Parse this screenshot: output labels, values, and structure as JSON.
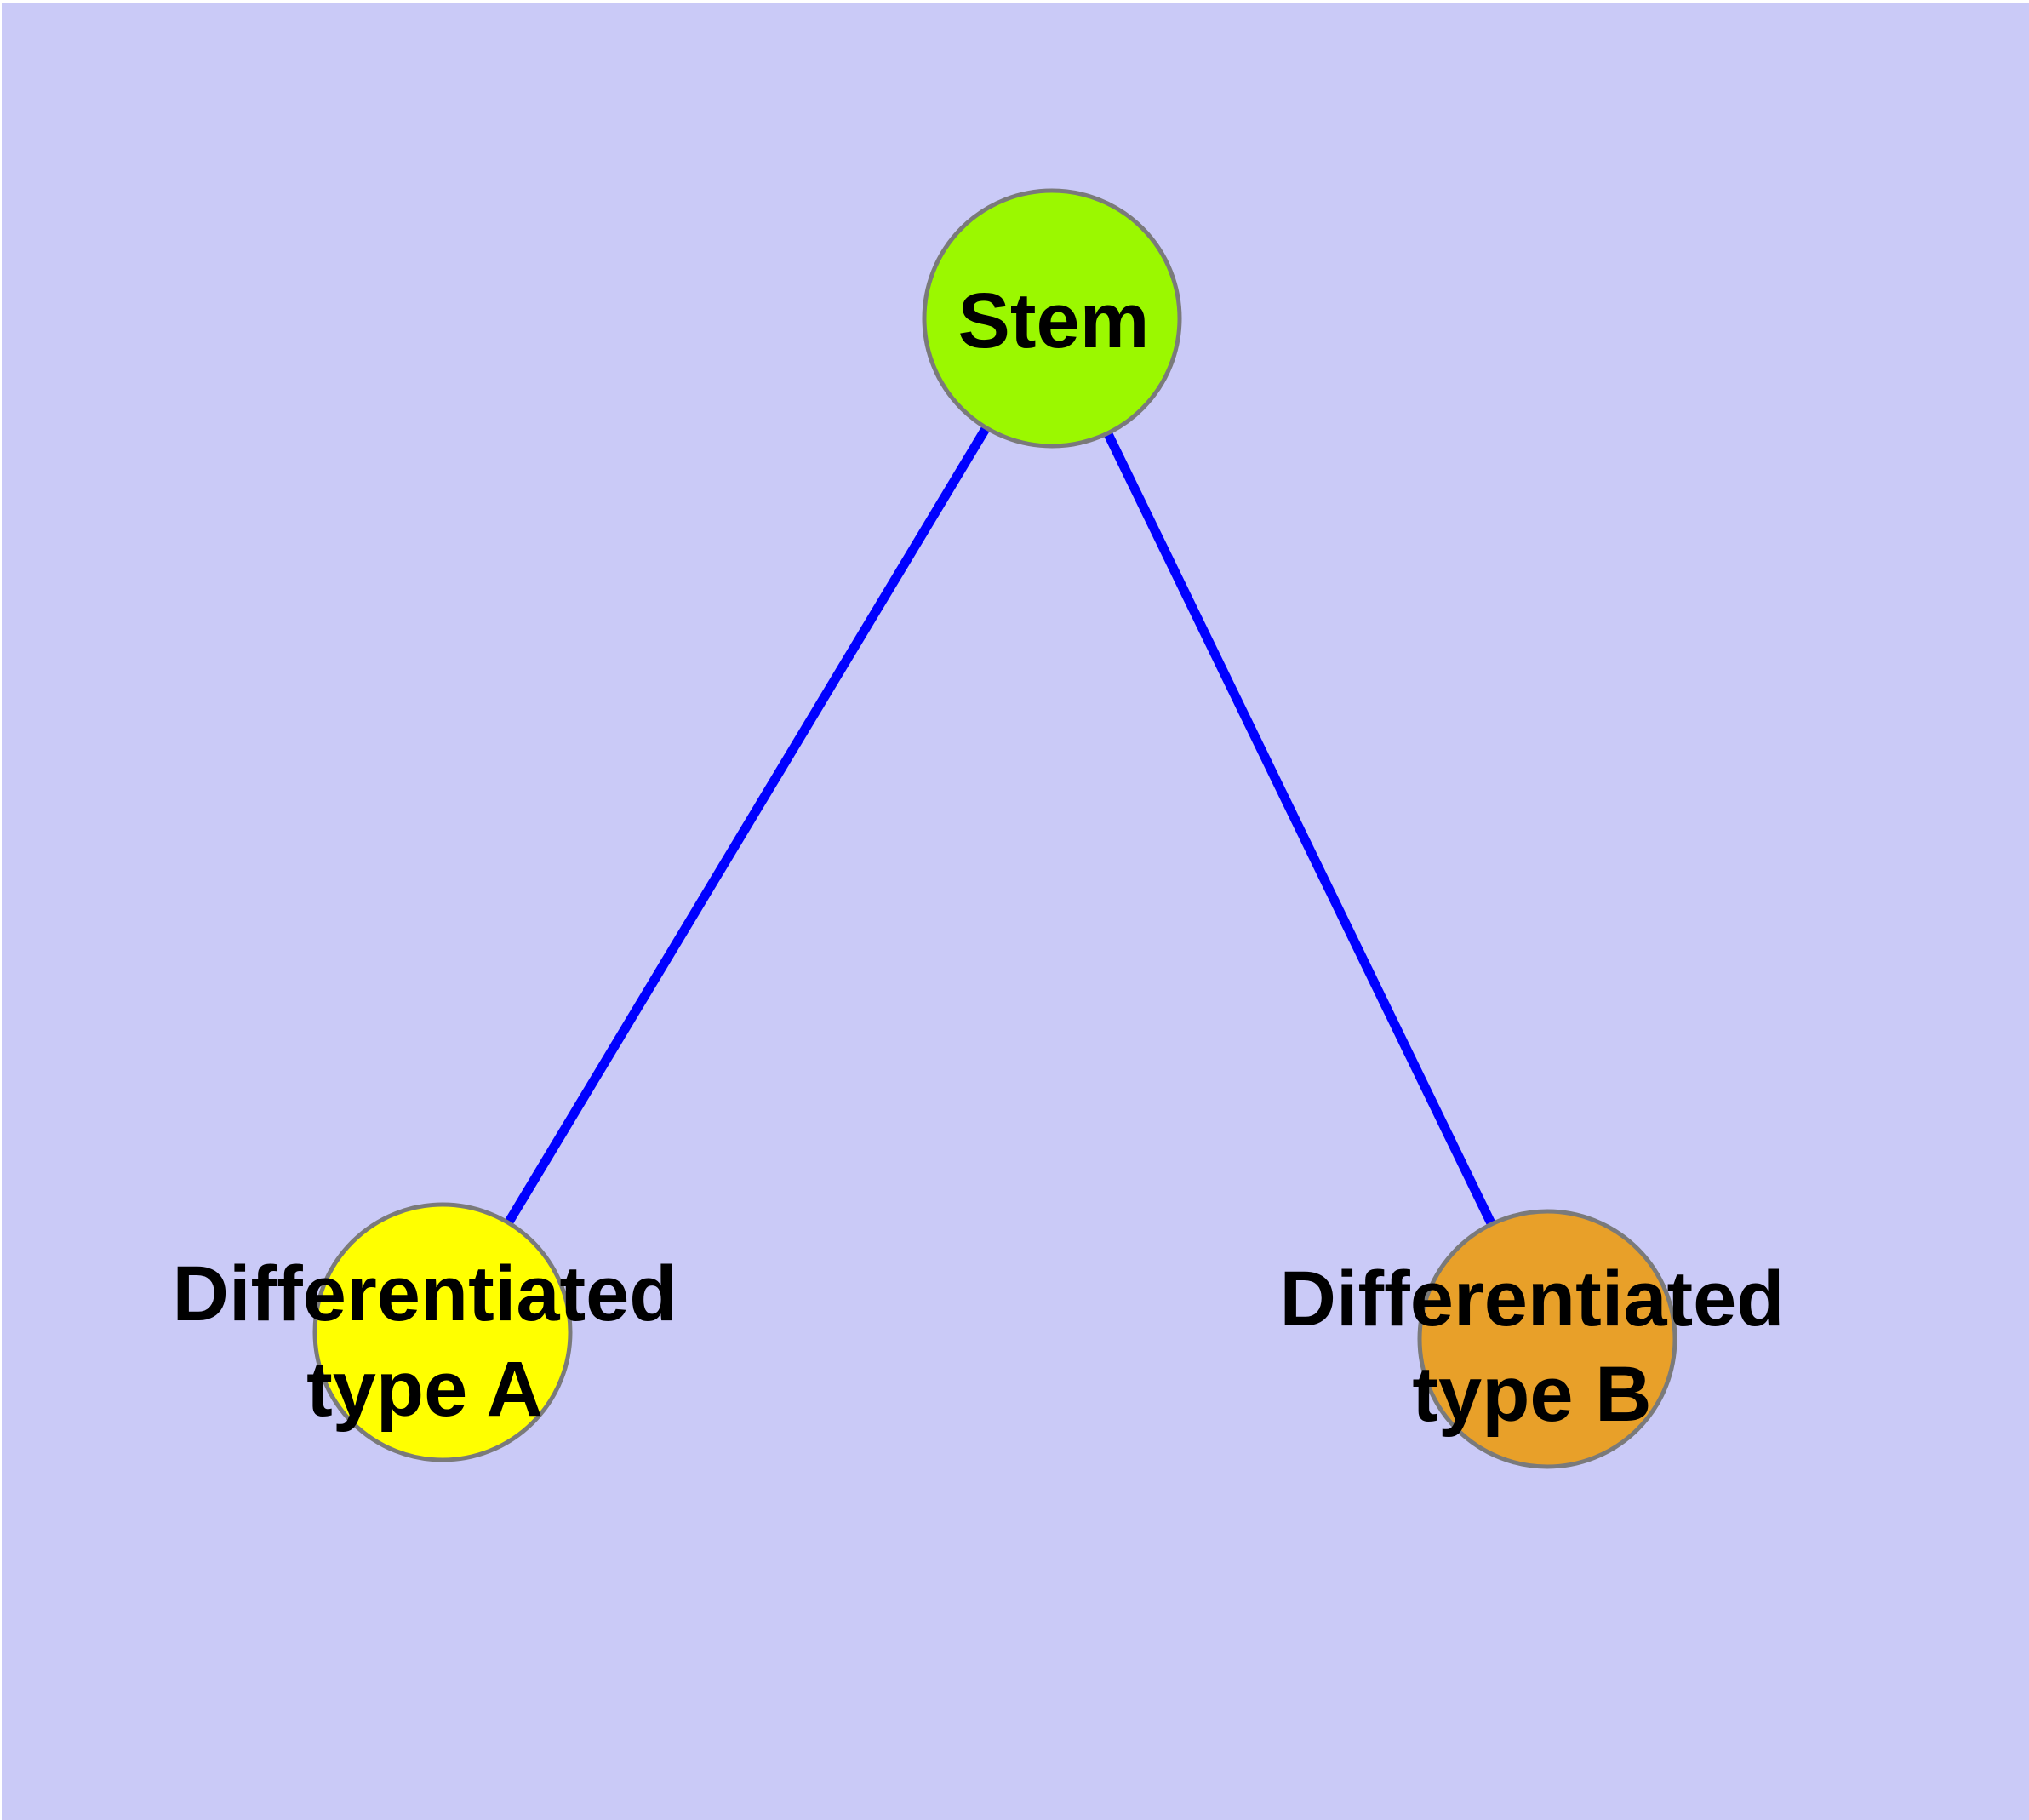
{
  "diagram": {
    "background_color": "#CACAF7",
    "frame_highlight_color": "#FFFFFF",
    "label_color": "#000000",
    "node_border_color": "#7A7A7A",
    "edge_color": "#0000FF",
    "nodes": {
      "stem": {
        "label": "Stem",
        "fill": "#9BF800"
      },
      "type_a": {
        "label_line1": "Differentiated",
        "label_line2": "type A",
        "fill": "#FFFF00"
      },
      "type_b": {
        "label_line1": "Differentiated",
        "label_line2": "type B",
        "fill": "#E8A029"
      }
    },
    "edges": [
      {
        "from": "stem",
        "to": "type_a"
      },
      {
        "from": "stem",
        "to": "type_b"
      }
    ]
  }
}
